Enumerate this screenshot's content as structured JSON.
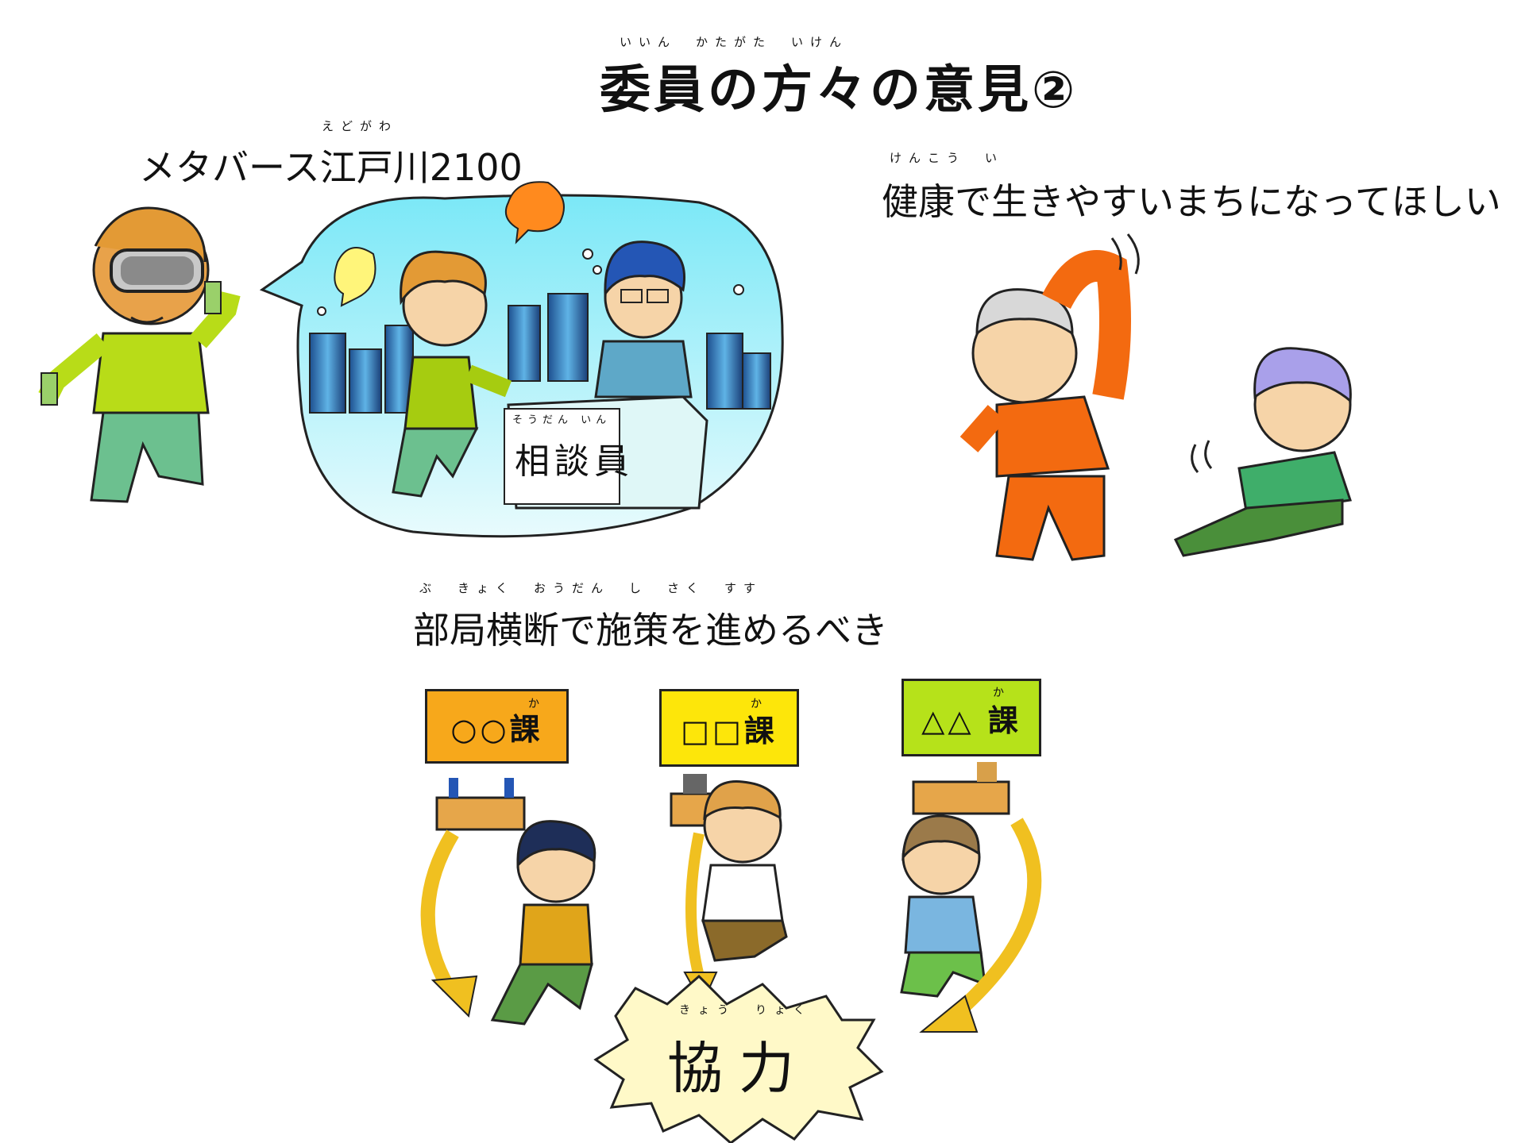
{
  "title": {
    "ruby": "いいん　かたがた　いけん",
    "text": "委員の方々の意見②"
  },
  "sections": {
    "metaverse": {
      "ruby": "えどがわ",
      "text": "メタバース江戸川2100",
      "desk_ruby": "そうだん いん",
      "desk_label": "相談員"
    },
    "health": {
      "ruby": "けんこう　い",
      "text": "健康で生きやすいまちになってほしい"
    },
    "cross_dept": {
      "ruby": "ぶ　きょく　おうだん　し　さく　すす",
      "text": "部局横断で施策を進めるべき",
      "signs": [
        {
          "label": "○○課",
          "ruby": "か",
          "color": "#f7a81b"
        },
        {
          "label": "□□課",
          "ruby": "か",
          "color": "#fde60a"
        },
        {
          "label": "△△ 課",
          "ruby": "か",
          "color": "#b6e21a"
        }
      ],
      "burst_ruby": "きょう　りょく",
      "burst_label": "協力"
    }
  }
}
